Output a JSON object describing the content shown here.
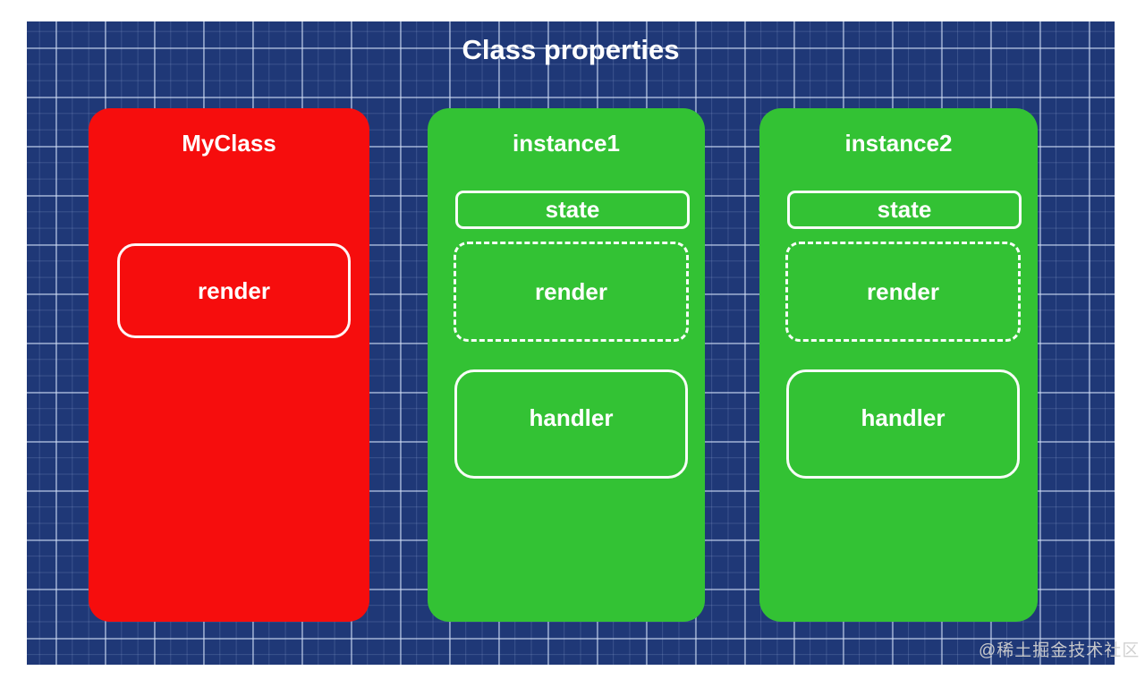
{
  "title": "Class properties",
  "watermark": "@稀土掘金技术社区",
  "colors": {
    "canvas_margin": "#ffffff",
    "blueprint_background": "#1f3877",
    "grid_minor_line": "rgba(173,192,232,0.20)",
    "grid_major_line": "rgba(214,226,248,0.50)",
    "class_card": "#f60d0d",
    "instance_card": "#33c234",
    "text": "#ffffff"
  },
  "cards": [
    {
      "title": "MyClass",
      "kind": "class",
      "members": [
        {
          "label": "render",
          "border": "solid"
        }
      ]
    },
    {
      "title": "instance1",
      "kind": "instance",
      "members": [
        {
          "label": "state",
          "border": "solid"
        },
        {
          "label": "render",
          "border": "dashed"
        },
        {
          "label": "handler",
          "border": "solid"
        }
      ]
    },
    {
      "title": "instance2",
      "kind": "instance",
      "members": [
        {
          "label": "state",
          "border": "solid"
        },
        {
          "label": "render",
          "border": "dashed"
        },
        {
          "label": "handler",
          "border": "solid"
        }
      ]
    }
  ]
}
